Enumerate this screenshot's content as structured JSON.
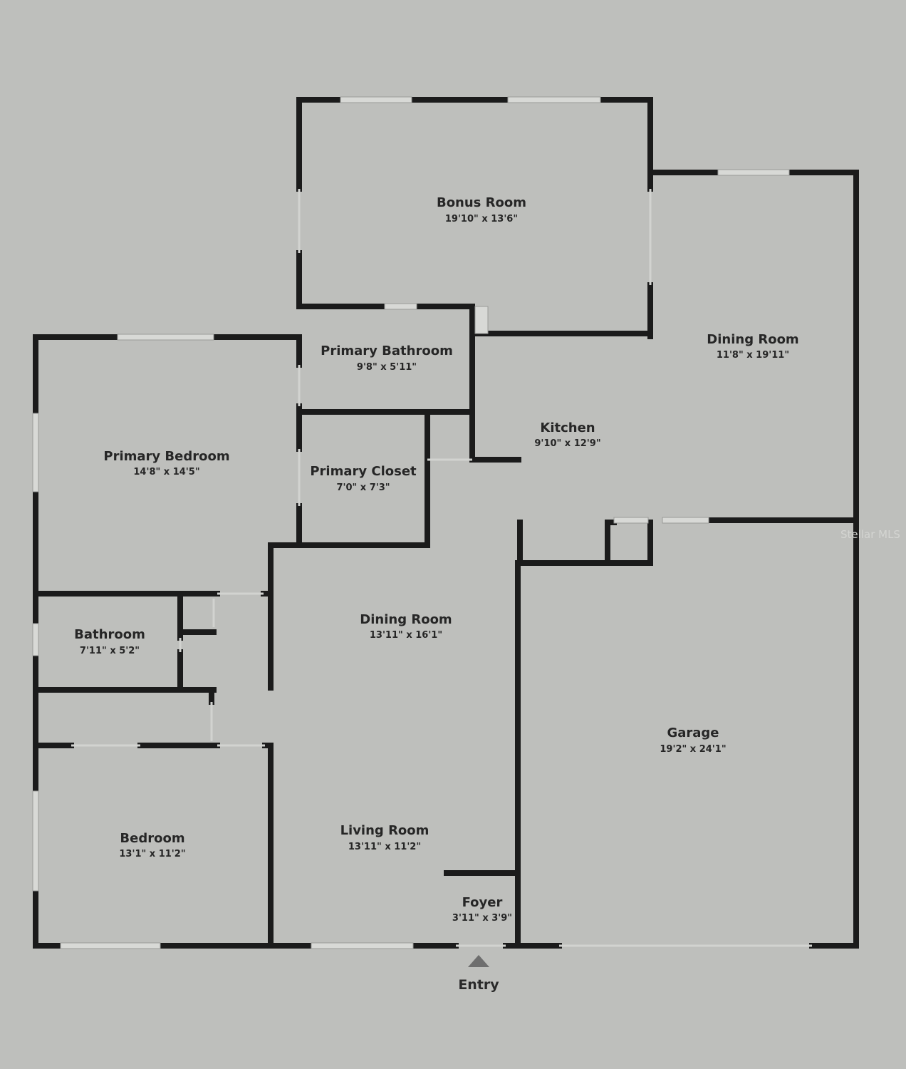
{
  "rooms": [
    {
      "name": "Bonus Room",
      "dims": "19'10\" x 13'6\""
    },
    {
      "name": "Dining Room",
      "dims": "11'8\" x 19'11\""
    },
    {
      "name": "Primary Bathroom",
      "dims": "9'8\" x 5'11\""
    },
    {
      "name": "Kitchen",
      "dims": "9'10\" x 12'9\""
    },
    {
      "name": "Primary Bedroom",
      "dims": "14'8\" x 14'5\""
    },
    {
      "name": "Primary Closet",
      "dims": "7'0\" x 7'3\""
    },
    {
      "name": "Dining Room",
      "dims": "13'11\" x 16'1\""
    },
    {
      "name": "Bathroom",
      "dims": "7'11\" x 5'2\""
    },
    {
      "name": "Garage",
      "dims": "19'2\" x 24'1\""
    },
    {
      "name": "Bedroom",
      "dims": "13'1\" x 11'2\""
    },
    {
      "name": "Living Room",
      "dims": "13'11\" x 11'2\""
    },
    {
      "name": "Foyer",
      "dims": "3'11\" x 3'9\""
    }
  ],
  "entry": {
    "label": "Entry",
    "icon": "triangle-up-icon"
  },
  "watermark": "Stellar MLS",
  "colors": {
    "background": "#bebfbc",
    "wall": "#1b1b1b",
    "entry_marker": "#6e6e6e"
  }
}
